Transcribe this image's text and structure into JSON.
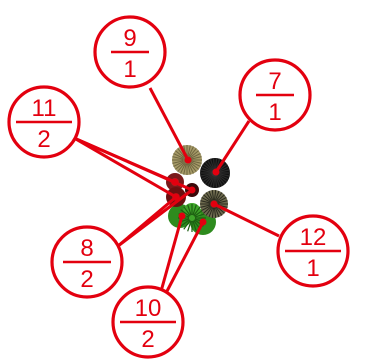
{
  "colors": {
    "annotation": "#e3000f",
    "background": "#ffffff",
    "plant_tan": "#a59a68",
    "plant_black": "#111111",
    "plant_olive": "#6d6a4e",
    "plant_green": "#2e8b1e",
    "plant_darkred": "#7a1a1a"
  },
  "tags": [
    {
      "id": "tag-9-1",
      "top": "9",
      "bottom": "1"
    },
    {
      "id": "tag-7-1",
      "top": "7",
      "bottom": "1"
    },
    {
      "id": "tag-11-2",
      "top": "11",
      "bottom": "2"
    },
    {
      "id": "tag-12-1",
      "top": "12",
      "bottom": "1"
    },
    {
      "id": "tag-8-2",
      "top": "8",
      "bottom": "2"
    },
    {
      "id": "tag-10-2",
      "top": "10",
      "bottom": "2"
    }
  ],
  "plants": [
    {
      "id": "plant-tan",
      "icon": "tan-shrub-icon"
    },
    {
      "id": "plant-black",
      "icon": "black-shrub-icon"
    },
    {
      "id": "plant-darkred-1",
      "icon": "dark-red-shrub-icon"
    },
    {
      "id": "plant-darkred-2",
      "icon": "dark-red-shrub-icon"
    },
    {
      "id": "plant-olive",
      "icon": "olive-shrub-icon"
    },
    {
      "id": "plant-green",
      "icon": "green-shrub-icon"
    }
  ]
}
